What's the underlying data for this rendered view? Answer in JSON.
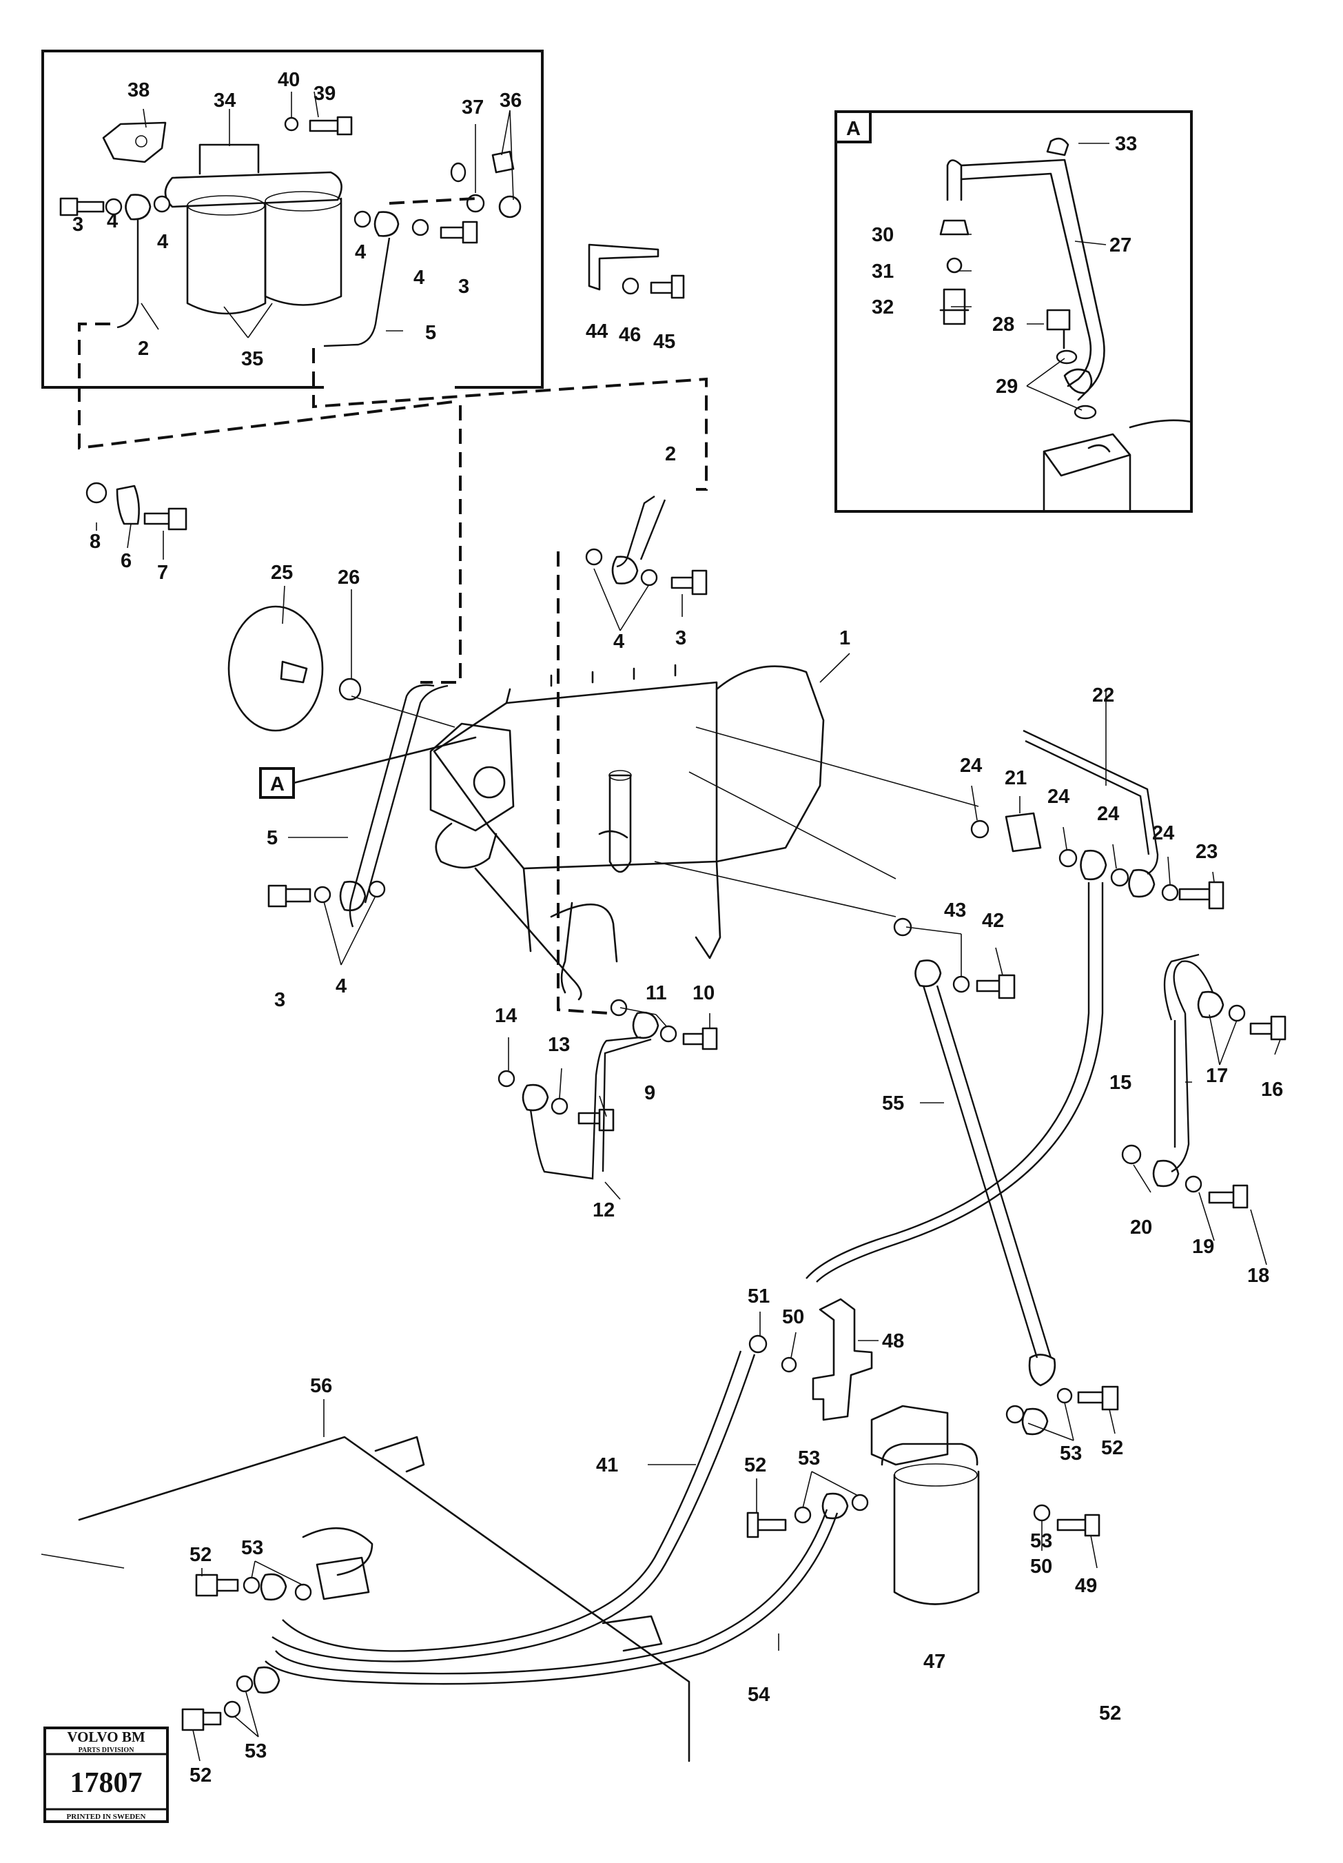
{
  "logo": {
    "brand": "VOLVO BM",
    "division": "PARTS DIVISION",
    "number": "17807",
    "printed": "PRINTED IN SWEDEN"
  },
  "detail": {
    "marker": "A"
  },
  "callouts": [
    {
      "id": "c1",
      "text": "38"
    },
    {
      "id": "c2",
      "text": "34"
    },
    {
      "id": "c3",
      "text": "40"
    },
    {
      "id": "c4",
      "text": "39"
    },
    {
      "id": "c5",
      "text": "37"
    },
    {
      "id": "c6",
      "text": "36"
    },
    {
      "id": "c7",
      "text": "3"
    },
    {
      "id": "c8",
      "text": "4"
    },
    {
      "id": "c9",
      "text": "4"
    },
    {
      "id": "c10",
      "text": "4"
    },
    {
      "id": "c11",
      "text": "4"
    },
    {
      "id": "c12",
      "text": "3"
    },
    {
      "id": "c13",
      "text": "2"
    },
    {
      "id": "c14",
      "text": "35"
    },
    {
      "id": "c15",
      "text": "5"
    },
    {
      "id": "c16",
      "text": "44"
    },
    {
      "id": "c17",
      "text": "46"
    },
    {
      "id": "c18",
      "text": "45"
    },
    {
      "id": "c19",
      "text": "33"
    },
    {
      "id": "c20",
      "text": "30"
    },
    {
      "id": "c21",
      "text": "27"
    },
    {
      "id": "c22",
      "text": "31"
    },
    {
      "id": "c23",
      "text": "32"
    },
    {
      "id": "c24",
      "text": "28"
    },
    {
      "id": "c25",
      "text": "29"
    },
    {
      "id": "c26",
      "text": "8"
    },
    {
      "id": "c27",
      "text": "6"
    },
    {
      "id": "c28",
      "text": "7"
    },
    {
      "id": "c29",
      "text": "2"
    },
    {
      "id": "c30",
      "text": "25"
    },
    {
      "id": "c31",
      "text": "26"
    },
    {
      "id": "c32",
      "text": "4"
    },
    {
      "id": "c33",
      "text": "3"
    },
    {
      "id": "c34",
      "text": "1"
    },
    {
      "id": "c35",
      "text": "22"
    },
    {
      "id": "c36",
      "text": "5"
    },
    {
      "id": "c37",
      "text": "24"
    },
    {
      "id": "c38",
      "text": "21"
    },
    {
      "id": "c39",
      "text": "24"
    },
    {
      "id": "c40",
      "text": "24"
    },
    {
      "id": "c41",
      "text": "24"
    },
    {
      "id": "c42",
      "text": "23"
    },
    {
      "id": "c43",
      "text": "3"
    },
    {
      "id": "c44",
      "text": "4"
    },
    {
      "id": "c45",
      "text": "43"
    },
    {
      "id": "c46",
      "text": "42"
    },
    {
      "id": "c47",
      "text": "11"
    },
    {
      "id": "c48",
      "text": "10"
    },
    {
      "id": "c49",
      "text": "14"
    },
    {
      "id": "c50",
      "text": "13"
    },
    {
      "id": "c51",
      "text": "9"
    },
    {
      "id": "c52",
      "text": "12"
    },
    {
      "id": "c53",
      "text": "55"
    },
    {
      "id": "c54",
      "text": "17"
    },
    {
      "id": "c55",
      "text": "16"
    },
    {
      "id": "c56",
      "text": "15"
    },
    {
      "id": "c57",
      "text": "20"
    },
    {
      "id": "c58",
      "text": "19"
    },
    {
      "id": "c59",
      "text": "18"
    },
    {
      "id": "c60",
      "text": "51"
    },
    {
      "id": "c61",
      "text": "50"
    },
    {
      "id": "c62",
      "text": "48"
    },
    {
      "id": "c63",
      "text": "56"
    },
    {
      "id": "c64",
      "text": "41"
    },
    {
      "id": "c65",
      "text": "52"
    },
    {
      "id": "c66",
      "text": "53"
    },
    {
      "id": "c67",
      "text": "52"
    },
    {
      "id": "c68",
      "text": "53"
    },
    {
      "id": "c69",
      "text": "53"
    },
    {
      "id": "c70",
      "text": "52"
    },
    {
      "id": "c71",
      "text": "52"
    },
    {
      "id": "c72",
      "text": "53"
    },
    {
      "id": "c73",
      "text": "54"
    },
    {
      "id": "c74",
      "text": "47"
    },
    {
      "id": "c75",
      "text": "50"
    },
    {
      "id": "c76",
      "text": "49"
    },
    {
      "id": "c77",
      "text": "52"
    },
    {
      "id": "c78",
      "text": "53"
    }
  ]
}
